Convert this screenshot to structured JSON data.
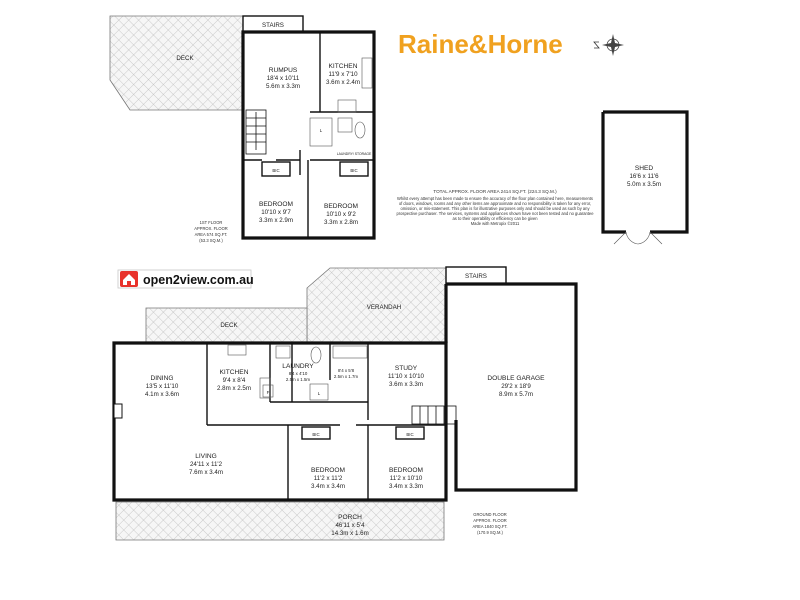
{
  "brand": {
    "name": "Raine&Horne",
    "color": "#f0a11f",
    "compass_icon": "compass-rose-icon"
  },
  "open2view": {
    "text": "open2view.com.au",
    "badge_color": "#e8322b",
    "icon": "house-badge-icon"
  },
  "disclaimer": {
    "total": "TOTAL APPROX. FLOOR AREA 2414 SQ.FT. (224.3 SQ.M.)",
    "lines": [
      "Whilst every attempt has been made to ensure the accuracy of the floor plan contained here, measurements",
      "of doors, windows, rooms and any other items are approximate and no responsibility is taken for any error,",
      "omission, or mis-statement. This plan is for illustrative purposes only and should be used as such by any",
      "prospective purchaser. The services, systems and appliances shown have not been tested and no guarantee",
      "as to their operability or efficiency can be given",
      "Made with Metropix ©2011"
    ]
  },
  "first_floor": {
    "area": [
      "1ST FLOOR",
      "APPROX. FLOOR",
      "AREA 574 SQ.FT.",
      "(53.3 SQ.M.)"
    ],
    "deck": "DECK",
    "stairs": "STAIRS",
    "rumpus": {
      "name": "RUMPUS",
      "imperial": "18'4 x 10'11",
      "metric": "5.6m x 3.3m"
    },
    "kitchen": {
      "name": "KITCHEN",
      "imperial": "11'9 x 7'10",
      "metric": "3.6m x 2.4m"
    },
    "bed1": {
      "name": "BEDROOM",
      "imperial": "10'10 x 9'7",
      "metric": "3.3m x 2.9m"
    },
    "bed2": {
      "name": "BEDROOM",
      "imperial": "10'10 x 9'2",
      "metric": "3.3m x 2.8m"
    },
    "bic": "BIC",
    "laundry_mark": "L",
    "small_room": "LAUNDRY/ STORAGE"
  },
  "shed": {
    "name": "SHED",
    "imperial": "16'6 x 11'6",
    "metric": "5.0m x 3.5m"
  },
  "ground_floor": {
    "area": [
      "GROUND FLOOR",
      "APPROX. FLOOR",
      "AREA 1840 SQ.FT.",
      "(170.9 SQ.M.)"
    ],
    "stairs": "STAIRS",
    "verandah": "VERANDAH",
    "deck": "DECK",
    "dining": {
      "name": "DINING",
      "imperial": "13'5 x 11'10",
      "metric": "4.1m x 3.6m"
    },
    "kitchen": {
      "name": "KITCHEN",
      "imperial": "9'4 x 8'4",
      "metric": "2.8m x 2.5m"
    },
    "laundry": {
      "name": "LAUNDRY",
      "imperial": "8'4 x 4'10",
      "metric": "2.5m x 1.5m"
    },
    "bath": {
      "imperial": "8'4 x 5'8",
      "metric": "2.5m x 1.7m"
    },
    "study": {
      "name": "STUDY",
      "imperial": "11'10 x 10'10",
      "metric": "3.6m x 3.3m"
    },
    "garage": {
      "name": "DOUBLE GARAGE",
      "imperial": "29'2 x 18'9",
      "metric": "8.9m x 5.7m"
    },
    "living": {
      "name": "LIVING",
      "imperial": "24'11 x 11'2",
      "metric": "7.6m x 3.4m"
    },
    "bed1": {
      "name": "BEDROOM",
      "imperial": "11'2 x 11'2",
      "metric": "3.4m x 3.4m"
    },
    "bed2": {
      "name": "BEDROOM",
      "imperial": "11'2 x 10'10",
      "metric": "3.4m x 3.3m"
    },
    "porch": {
      "name": "PORCH",
      "imperial": "46'11 x 5'4",
      "metric": "14.3m x 1.6m"
    },
    "bic": "BIC",
    "fridge": "F",
    "linen": "L"
  }
}
